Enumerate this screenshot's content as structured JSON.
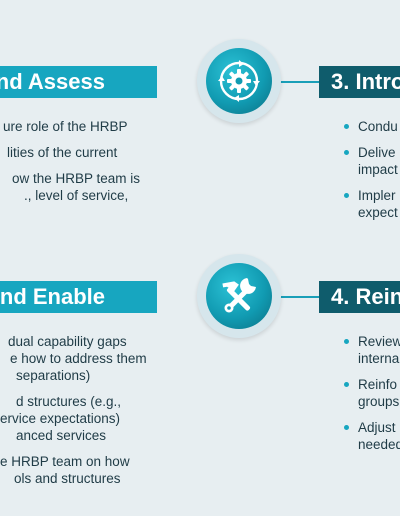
{
  "colors": {
    "teal": "#17a6c0",
    "dark_teal": "#0f5c6c",
    "text": "#1f3b46"
  },
  "section1": {
    "title": "nd Assess",
    "bullets": [
      [
        "ure role of the HRBP"
      ],
      [
        "lities of the current"
      ],
      [
        "ow the HRBP team is",
        "., level of service,"
      ]
    ]
  },
  "section2": {
    "title": "nd Enable",
    "bullets": [
      [
        "dual capability gaps",
        "e how to address them",
        "separations)"
      ],
      [
        "d structures (e.g.,",
        "ervice expectations)",
        "anced services"
      ],
      [
        "e HRBP team on how",
        "ols and structures"
      ]
    ]
  },
  "section3": {
    "title": "3. Intro",
    "icon": "gear-cycle-icon",
    "bullets": [
      [
        "Condu"
      ],
      [
        "Delive",
        "impact"
      ],
      [
        "Impler",
        "expect"
      ]
    ]
  },
  "section4": {
    "title": "4. Rein",
    "icon": "tools-icon",
    "bullets": [
      [
        "Review",
        "interna"
      ],
      [
        "Reinfo",
        "groups"
      ],
      [
        "Adjust",
        "needed"
      ]
    ]
  }
}
